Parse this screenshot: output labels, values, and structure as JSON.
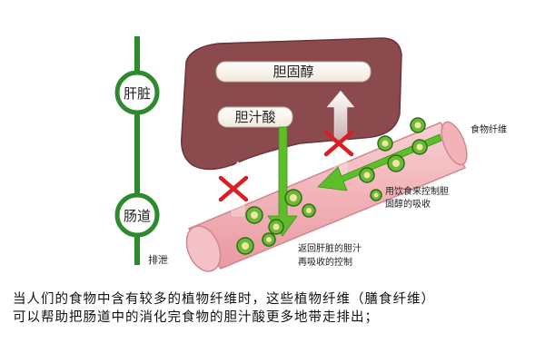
{
  "timeline": {
    "node_liver": "肝脏",
    "node_intestine": "肠道",
    "excretion": "排泄"
  },
  "labels": {
    "cholesterol": "胆固醇",
    "bile_acid": "胆汁酸",
    "dietary_fiber": "食物纤维",
    "fiber_control_line1": "用饮食来控制胆",
    "fiber_control_line2": "固醇的吸收",
    "return_line1": "返回肝脏的胆汁",
    "return_line2": "再吸收的控制"
  },
  "caption": {
    "line1": "当人们的食物中含有较多的植物纤维时，这些植物纤维（膳食纤维）",
    "line2": "可以帮助把肠道中的消化完食物的胆汁酸更多地带走排出；"
  },
  "colors": {
    "liver": "#8b4a4e",
    "intestine": "#f2b8bd",
    "timeline": "#2d8a2d",
    "arrow_green": "#5cbf2a",
    "block_mark": "#d81f26"
  }
}
